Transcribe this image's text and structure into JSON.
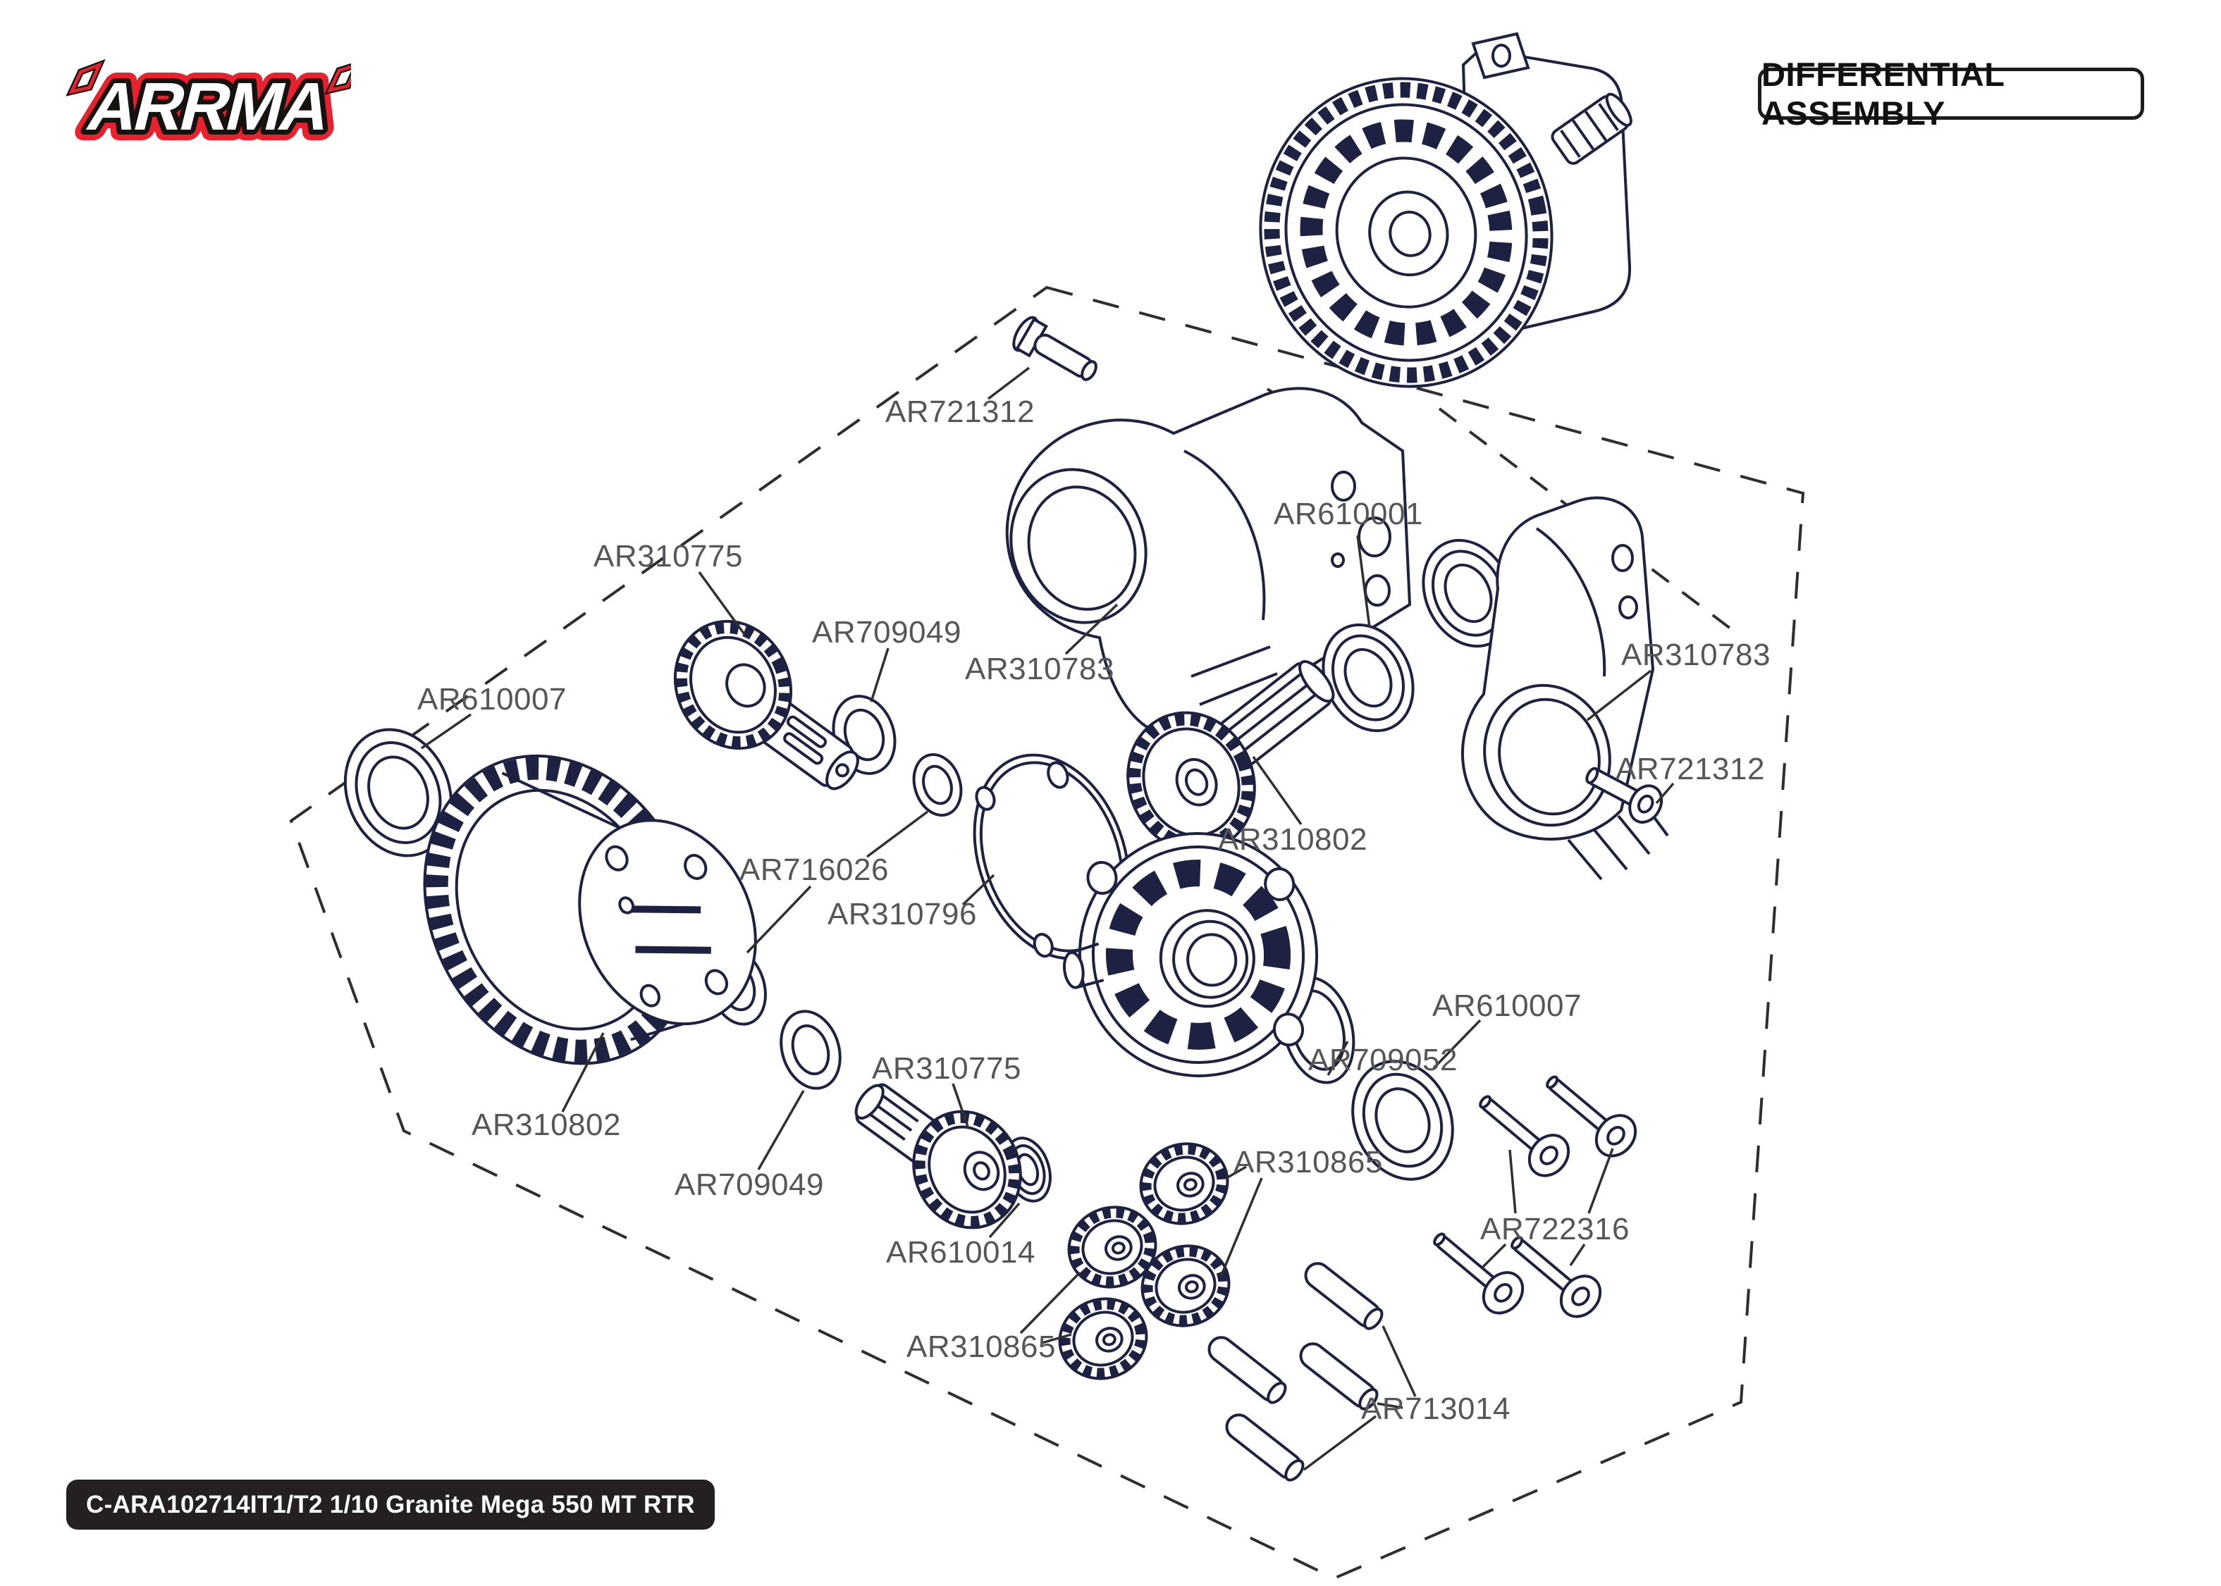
{
  "brand": {
    "logo_text": "ARRMA"
  },
  "header": {
    "title": "DIFFERENTIAL ASSEMBLY"
  },
  "footer": {
    "model_code": "C-ARA102714IT1/T2 1/10 Granite Mega 550 MT RTR"
  },
  "colors": {
    "line_ink": "#1d2142",
    "label_gray": "#54565a",
    "logo_red": "#e8212e",
    "footer_bg": "#241f21"
  },
  "diagram": {
    "callouts": [
      {
        "part_no": "AR721312"
      },
      {
        "part_no": "AR310775"
      },
      {
        "part_no": "AR709049"
      },
      {
        "part_no": "AR610007"
      },
      {
        "part_no": "AR310783"
      },
      {
        "part_no": "AR610001"
      },
      {
        "part_no": "AR310802"
      },
      {
        "part_no": "AR310783"
      },
      {
        "part_no": "AR721312"
      },
      {
        "part_no": "AR716026"
      },
      {
        "part_no": "AR310796"
      },
      {
        "part_no": "AR709052"
      },
      {
        "part_no": "AR610007"
      },
      {
        "part_no": "AR310775"
      },
      {
        "part_no": "AR310802"
      },
      {
        "part_no": "AR709049"
      },
      {
        "part_no": "AR610014"
      },
      {
        "part_no": "AR310865"
      },
      {
        "part_no": "AR310865"
      },
      {
        "part_no": "AR722316"
      },
      {
        "part_no": "AR713014"
      }
    ]
  }
}
